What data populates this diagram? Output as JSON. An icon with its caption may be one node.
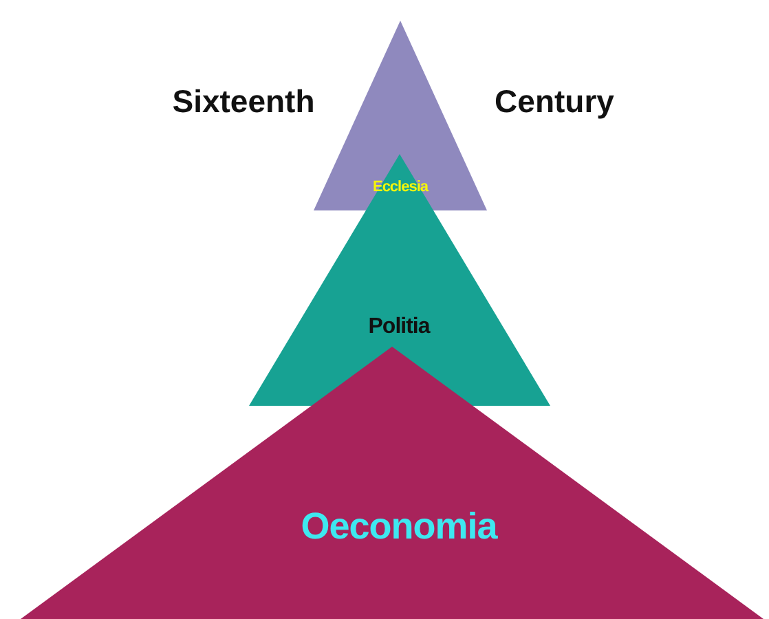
{
  "diagram": {
    "nodes": [
      {
        "text": [
          "Ecclesia"
        ]
      },
      {
        "text": [
          "Politia"
        ]
      },
      {
        "text": [
          "Oeconomia"
        ]
      }
    ],
    "labels": [
      "Sixteenth",
      "Century"
    ]
  }
}
